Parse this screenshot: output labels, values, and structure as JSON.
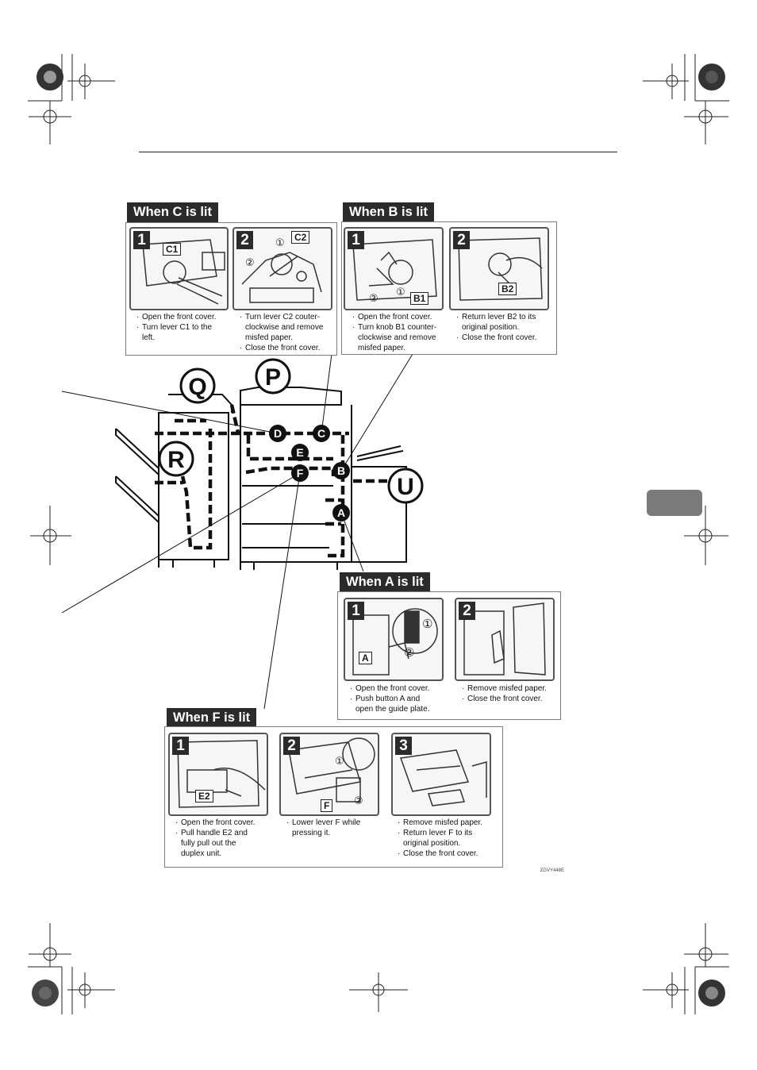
{
  "sections": {
    "c": {
      "label": "When C is lit",
      "steps": [
        {
          "num": "1",
          "tags": [
            "C1"
          ],
          "lines": [
            "Open the front cover.",
            "Turn lever C1 to the",
            "left."
          ],
          "dots": [
            true,
            true,
            false
          ]
        },
        {
          "num": "2",
          "tags": [
            "C2",
            "①",
            "②"
          ],
          "lines": [
            "Turn lever C2 couter-",
            "clockwise and remove",
            "misfed paper.",
            "Close the front cover."
          ],
          "dots": [
            true,
            false,
            false,
            true
          ]
        }
      ]
    },
    "b": {
      "label": "When B is lit",
      "steps": [
        {
          "num": "1",
          "tags": [
            "B1",
            "①",
            "②"
          ],
          "lines": [
            "Open the front cover.",
            "Turn knob B1 counter-",
            "clockwise and remove",
            "misfed paper."
          ],
          "dots": [
            true,
            true,
            false,
            false
          ]
        },
        {
          "num": "2",
          "tags": [
            "B2"
          ],
          "lines": [
            "Return lever B2 to its",
            "original position.",
            "Close the front cover."
          ],
          "dots": [
            true,
            false,
            true
          ]
        }
      ]
    },
    "a": {
      "label": "When A is lit",
      "steps": [
        {
          "num": "1",
          "tags": [
            "A",
            "①",
            "②"
          ],
          "lines": [
            "Open the front cover.",
            "Push button A and",
            "open the guide plate."
          ],
          "dots": [
            true,
            true,
            false
          ]
        },
        {
          "num": "2",
          "tags": [],
          "lines": [
            "Remove misfed paper.",
            "Close the front cover."
          ],
          "dots": [
            true,
            true
          ]
        }
      ]
    },
    "f": {
      "label": "When F is lit",
      "steps": [
        {
          "num": "1",
          "tags": [
            "E2"
          ],
          "lines": [
            "Open the front cover.",
            "Pull handle E2 and",
            "fully pull out the",
            "duplex unit."
          ],
          "dots": [
            true,
            true,
            false,
            false
          ]
        },
        {
          "num": "2",
          "tags": [
            "F",
            "①",
            "②"
          ],
          "lines": [
            "Lower lever F while",
            "pressing it."
          ],
          "dots": [
            true,
            false
          ]
        },
        {
          "num": "3",
          "tags": [],
          "lines": [
            "Remove misfed paper.",
            "Return lever F to its",
            "original position.",
            "Close the front cover."
          ],
          "dots": [
            true,
            true,
            false,
            true
          ]
        }
      ]
    }
  },
  "machine": {
    "large_letters": [
      "Q",
      "P",
      "R",
      "U"
    ],
    "jam_points": [
      "D",
      "C",
      "E",
      "B",
      "F",
      "A"
    ]
  },
  "figure_code": "ZGVY448E"
}
